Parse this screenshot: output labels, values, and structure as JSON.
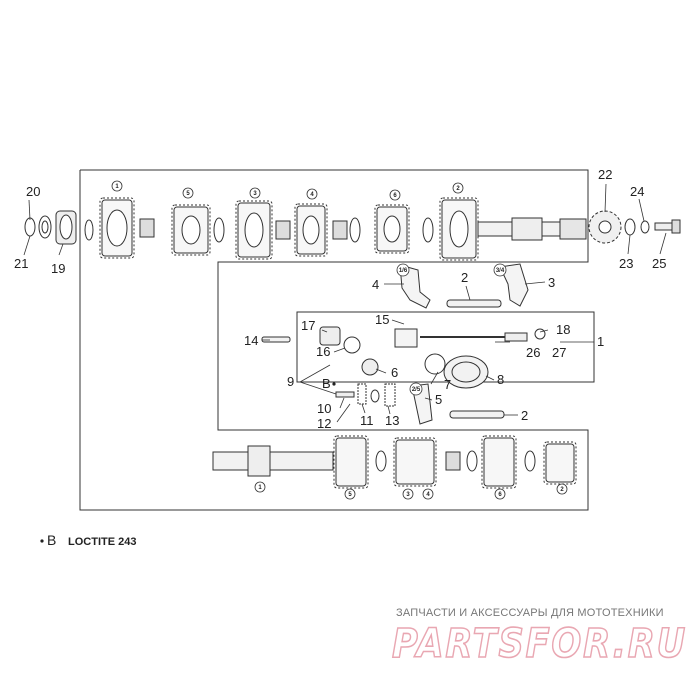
{
  "callouts": [
    {
      "id": "c1",
      "text": "1"
    },
    {
      "id": "c2a",
      "text": "2"
    },
    {
      "id": "c2b",
      "text": "2"
    },
    {
      "id": "c3",
      "text": "3"
    },
    {
      "id": "c4",
      "text": "4"
    },
    {
      "id": "c5",
      "text": "5"
    },
    {
      "id": "c6",
      "text": "6"
    },
    {
      "id": "c7",
      "text": "7"
    },
    {
      "id": "c8",
      "text": "8"
    },
    {
      "id": "c9",
      "text": "9"
    },
    {
      "id": "c10",
      "text": "10"
    },
    {
      "id": "c11",
      "text": "11"
    },
    {
      "id": "c12",
      "text": "12"
    },
    {
      "id": "c13",
      "text": "13"
    },
    {
      "id": "c14",
      "text": "14"
    },
    {
      "id": "c15",
      "text": "15"
    },
    {
      "id": "c16",
      "text": "16"
    },
    {
      "id": "c17",
      "text": "17"
    },
    {
      "id": "c18",
      "text": "18"
    },
    {
      "id": "c19",
      "text": "19"
    },
    {
      "id": "c20",
      "text": "20"
    },
    {
      "id": "c21",
      "text": "21"
    },
    {
      "id": "c22",
      "text": "22"
    },
    {
      "id": "c23",
      "text": "23"
    },
    {
      "id": "c24",
      "text": "24"
    },
    {
      "id": "c25",
      "text": "25"
    },
    {
      "id": "c26",
      "text": "26"
    },
    {
      "id": "c27",
      "text": "27"
    }
  ],
  "gear_marks": {
    "top": [
      "1",
      "5",
      "3",
      "4",
      "6",
      "2"
    ],
    "bottom": [
      "1",
      "5",
      "3",
      "4",
      "6",
      "2"
    ],
    "forks": [
      "1/6",
      "3/4",
      "2/5"
    ]
  },
  "legend": {
    "b_label": "B",
    "sealant": "LOCTITE 243"
  },
  "watermark": {
    "tagline": "ЗАПЧАСТИ И АКСЕССУАРЫ ДЛЯ МОТОТЕХНИКИ",
    "brand": "PARTSFOR.RU"
  },
  "colors": {
    "ink": "#222222",
    "watermark_text": "#777777",
    "watermark_brand": "#e9a7b2"
  }
}
